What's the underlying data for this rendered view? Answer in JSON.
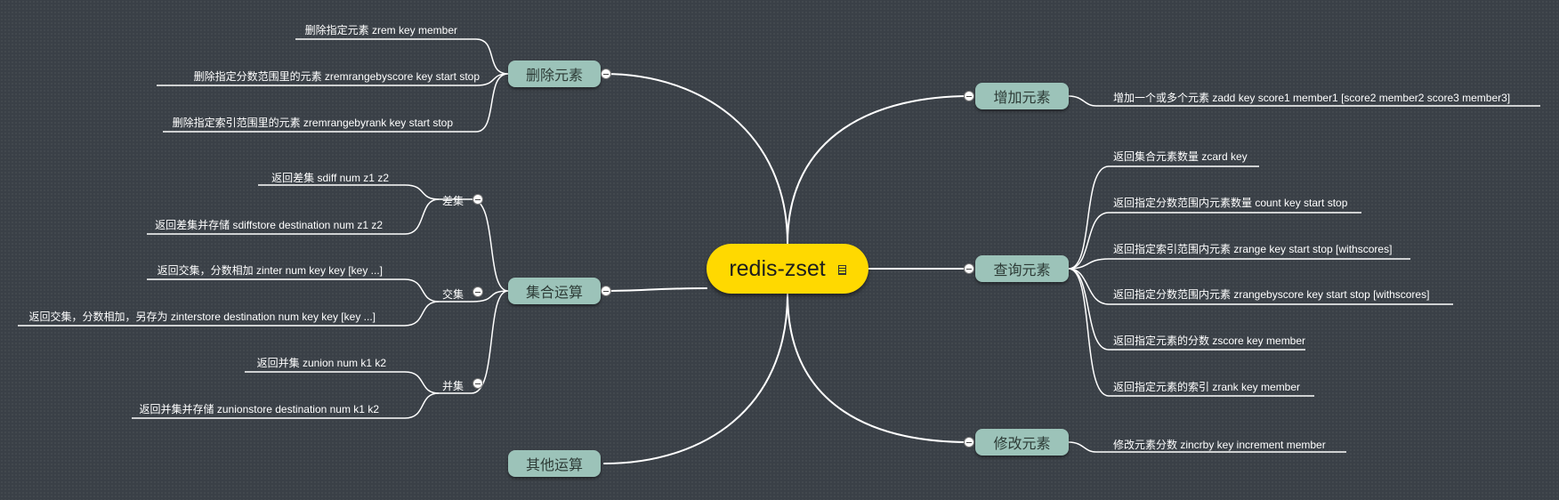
{
  "root": {
    "title": "redis-zset",
    "note_icon": "note-icon"
  },
  "branches": {
    "delete": {
      "label": "删除元素",
      "items": [
        "删除指定元素 zrem key member",
        "删除指定分数范围里的元素 zremrangebyscore key start stop",
        "删除指定索引范围里的元素 zremrangebyrank key start stop"
      ]
    },
    "set_ops": {
      "label": "集合运算",
      "groups": {
        "diff": {
          "label": "差集",
          "items": [
            "返回差集 sdiff num z1 z2",
            "返回差集并存储 sdiffstore destination num z1 z2"
          ]
        },
        "inter": {
          "label": "交集",
          "items": [
            "返回交集，分数相加 zinter num key key [key ...]",
            "返回交集，分数相加，另存为 zinterstore destination num key key [key ...]"
          ]
        },
        "union": {
          "label": "并集",
          "items": [
            "返回并集 zunion num k1 k2",
            "返回并集并存储 zunionstore destination num k1 k2"
          ]
        }
      }
    },
    "other": {
      "label": "其他运算"
    },
    "add": {
      "label": "增加元素",
      "items": [
        "增加一个或多个元素 zadd key score1 member1 [score2 member2 score3 member3]"
      ]
    },
    "query": {
      "label": "查询元素",
      "items": [
        "返回集合元素数量 zcard key",
        "返回指定分数范围内元素数量 count key start stop",
        "返回指定索引范围内元素 zrange key start stop [withscores]",
        "返回指定分数范围内元素 zrangebyscore key start stop [withscores]",
        "返回指定元素的分数 zscore key member",
        "返回指定元素的索引 zrank key member"
      ]
    },
    "modify": {
      "label": "修改元素",
      "items": [
        "修改元素分数 zincrby key increment member"
      ]
    }
  },
  "colors": {
    "background": "#3a4047",
    "root": "#ffd900",
    "branch": "#9cc3b9",
    "line": "#ffffff"
  },
  "icons": {
    "collapse": "collapse-minus-icon",
    "note": "note-icon"
  }
}
